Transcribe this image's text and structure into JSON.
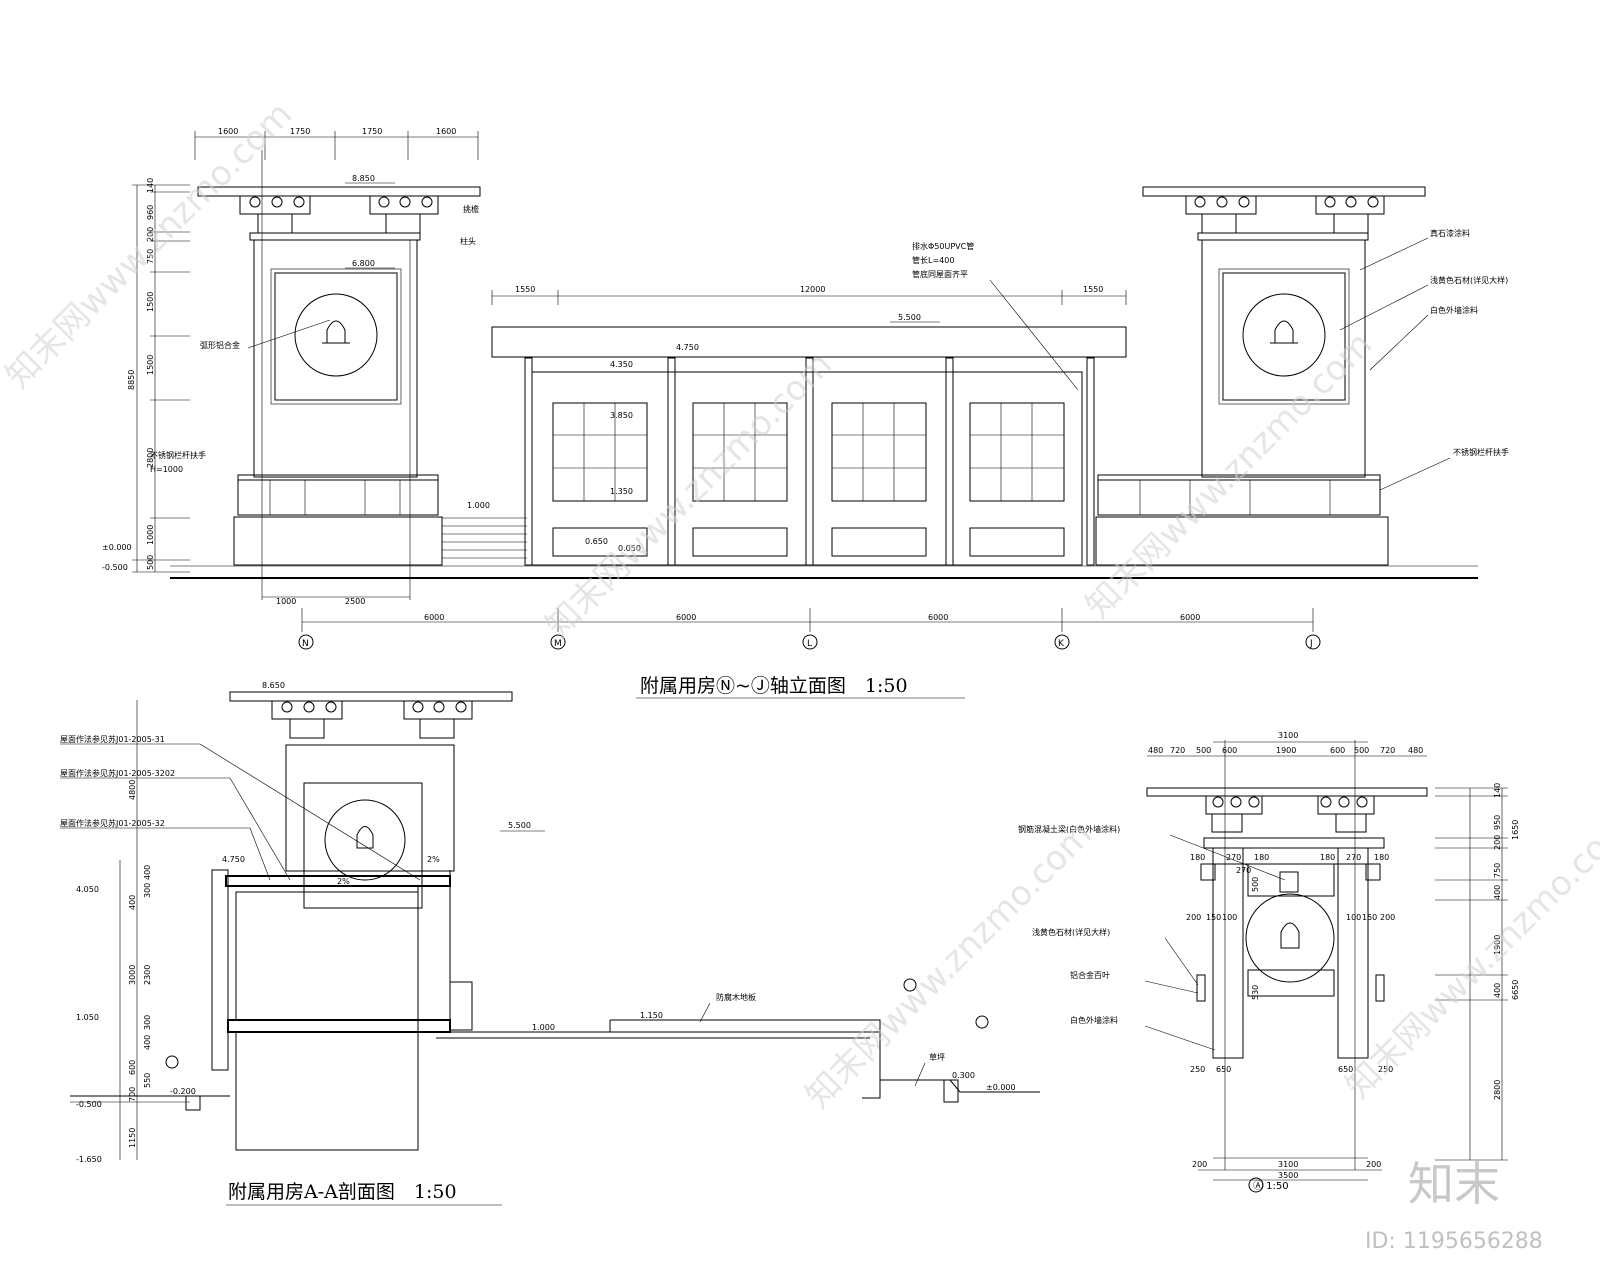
{
  "elevation": {
    "title": "附属用房Ⓝ~Ⓙ轴立面图　1:50",
    "top_dims": [
      "1600",
      "1750",
      "1750",
      "1600"
    ],
    "left_dims": [
      "140",
      "960",
      "200",
      "750",
      "1500",
      "1500",
      "2800",
      "1000",
      "500"
    ],
    "total_height": "8850",
    "levels": [
      "8.850",
      "6.800",
      "5.500",
      "4.750",
      "4.350",
      "3.850",
      "1.350",
      "1.000",
      "0.650",
      "0.050",
      "±0.000",
      "-0.500"
    ],
    "mid_dims": [
      "1550",
      "12000",
      "1550"
    ],
    "bottom_dims": [
      "1000",
      "2500"
    ],
    "axis_dims": [
      "6000",
      "6000",
      "6000",
      "6000"
    ],
    "axes": [
      "N",
      "M",
      "L",
      "K",
      "J"
    ],
    "notes": [
      "挑檐",
      "柱头",
      "弧形铝合金",
      "不锈钢栏杆扶手",
      "H=1000",
      "排水Φ50UPVC管",
      "管长L=400",
      "管底同屋面齐平",
      "真石漆涂料",
      "浅黄色石材(详见大样)",
      "白色外墙涂料",
      "不锈钢栏杆扶手"
    ]
  },
  "section": {
    "title": "附属用房A-A剖面图　1:50",
    "levels": [
      "8.650",
      "5.500",
      "4.750",
      "4.050",
      "1.050",
      "-0.200",
      "-0.500",
      "-1.650",
      "1.000",
      "1.150",
      "0.300",
      "±0.000"
    ],
    "left_dims": [
      "4800",
      "400",
      "300",
      "400",
      "3000",
      "2300",
      "300",
      "400",
      "600",
      "700",
      "550",
      "1150"
    ],
    "notes": [
      "屋面作法参见苏J01-2005-31",
      "屋面作法参见苏J01-2005-3202",
      "屋面作法参见苏J01-2005-32",
      "防腐木地板",
      "草坪"
    ],
    "slope_1": "2%",
    "slope_2": "2%"
  },
  "detail": {
    "title": "Ⓐ 1:50",
    "top_total": "3100",
    "top_dims": [
      "480",
      "720",
      "500",
      "600",
      "1900",
      "600",
      "500",
      "720",
      "480"
    ],
    "inner_dims": [
      "180",
      "270",
      "180",
      "180",
      "270",
      "180"
    ],
    "mid_dims": [
      "200",
      "150",
      "100",
      "100",
      "150",
      "200"
    ],
    "right_dims": [
      "140",
      "950",
      "200",
      "750",
      "400",
      "1900",
      "400",
      "2800"
    ],
    "right_total": "6650",
    "right_total_2": "1650",
    "small_dims": [
      "500",
      "270",
      "530",
      "250",
      "650",
      "650",
      "250"
    ],
    "bottom_dims": [
      "200",
      "3100",
      "200"
    ],
    "bottom_total": "3500",
    "notes": [
      "钢筋混凝土梁(白色外墙涂料)",
      "浅黄色石材(详见大样)",
      "铝合金百叶",
      "白色外墙涂料"
    ]
  },
  "watermark": {
    "brand": "知末",
    "id": "ID: 1195656288",
    "repeat": "知末网www.znzmo.com"
  }
}
